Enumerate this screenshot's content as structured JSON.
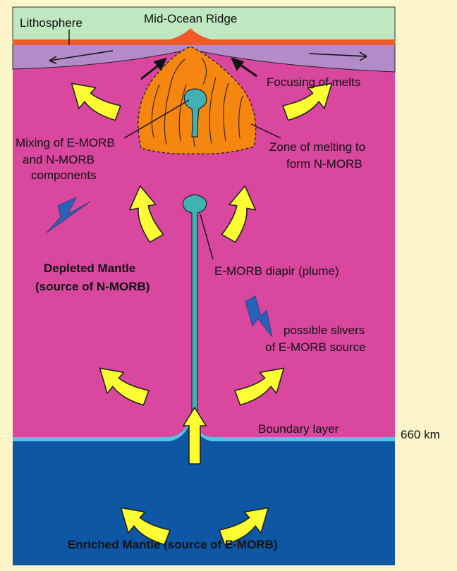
{
  "labels": {
    "lithosphere": "Lithosphere",
    "ridge": "Mid-Ocean Ridge",
    "focusing": "Focusing of melts",
    "mixing_1": "Mixing of E-MORB",
    "mixing_2": "and N-MORB",
    "mixing_3": "components",
    "zone_1": "Zone of melting to",
    "zone_2": "form N-MORB",
    "depleted_1": "Depleted Mantle",
    "depleted_2": "(source of N-MORB)",
    "diapir": "E-MORB diapir (plume)",
    "slivers_1": "possible slivers",
    "slivers_2": "of E-MORB source",
    "boundary": "Boundary layer",
    "depth": "660 km",
    "enriched": "Enriched Mantle (source of E-MORB)"
  },
  "colors": {
    "background_frame": "#fbf5c9",
    "lithosphere": "#bfe8c0",
    "oceanic_crust": "#f05a28",
    "lithospheric_mantle": "#b38bc9",
    "depleted_mantle": "#d9479f",
    "melt_zone": "#f5860f",
    "e_morb": "#3fb3b3",
    "boundary_layer": "#55c3e6",
    "enriched_mantle": "#0d57a5",
    "flow_arrow": "#ffff33",
    "sliver": "#2a62b8"
  },
  "icons": [
    "flow-arrow",
    "lightning-sliver",
    "black-arrow"
  ]
}
